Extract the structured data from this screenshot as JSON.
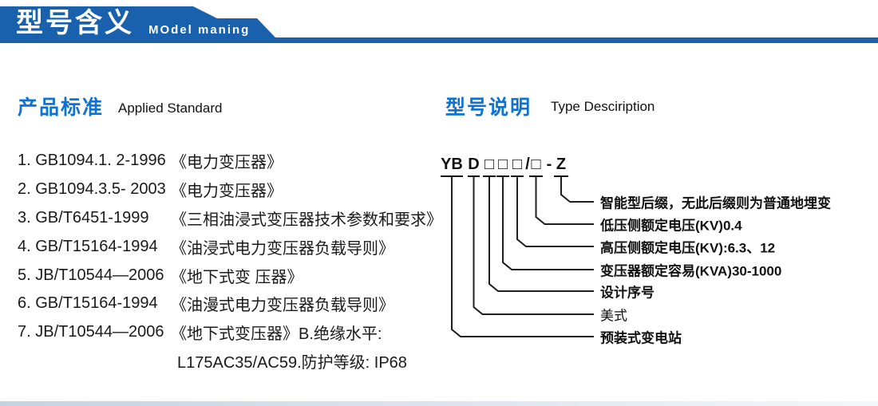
{
  "header": {
    "title_zh": "型号含义",
    "title_en": "MOdel maning"
  },
  "colors": {
    "header_blue": "#1961ac",
    "title_blue": "#0e72d2",
    "ink": "#1a1a1a"
  },
  "left_section": {
    "heading_zh": "产品标准",
    "heading_en": "Applied Standard",
    "items": [
      {
        "code": "1. GB1094.1. 2-1996",
        "title": "《电力变压器》"
      },
      {
        "code": "2. GB1094.3.5- 2003",
        "title": "《电力变压器》"
      },
      {
        "code": "3. GB/T6451-1999",
        "title": "《三相油浸式变压器技术参数和要求》"
      },
      {
        "code": "4. GB/T15164-1994",
        "title": "《油浸式电力变压器负载导则》"
      },
      {
        "code": "5. JB/T10544—2006",
        "title": "《地下式变 压器》"
      },
      {
        "code": "6. GB/T15164-1994",
        "title": "《油漫式电力变压器负载导则》"
      },
      {
        "code": "7. JB/T10544—2006",
        "title": "《地下式变压器》B.绝缘水平:"
      },
      {
        "code": "",
        "title": "L175AC35/AC59.防护等级: IP68"
      }
    ]
  },
  "right_section": {
    "heading_zh": "型号说明",
    "heading_en": "Type Desciription",
    "model_code": {
      "segments": [
        {
          "text": "YB"
        },
        {
          "text": "D"
        },
        {
          "text": "□"
        },
        {
          "text": "□"
        },
        {
          "text": "□"
        },
        {
          "text": "/"
        },
        {
          "text": "□"
        },
        {
          "text": "-"
        },
        {
          "text": "Z"
        }
      ]
    },
    "labels": [
      "智能型后缀，无此后缀则为普通地埋变",
      "低压侧额定电压(KV)0.4",
      "高压侧额定电压(KV):6.3、12",
      "变压器额定容易(KVA)30-1000",
      "设计序号",
      "美式",
      "预装式变电站"
    ]
  }
}
